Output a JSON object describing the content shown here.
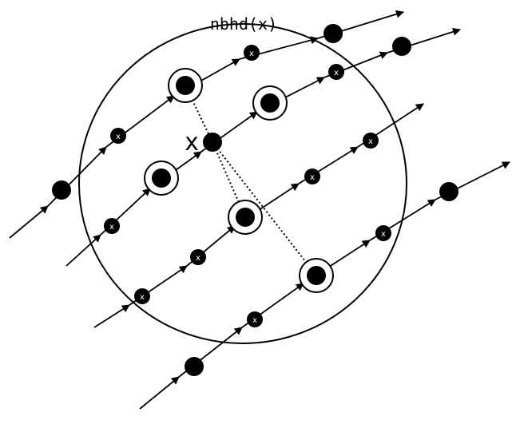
{
  "labels": {
    "neighborhood": "nbhd(x)",
    "center_point": "x",
    "small_node_mark": "x"
  },
  "colors": {
    "ink": "#000000",
    "background": "#ffffff",
    "node_label": "#ffffff"
  }
}
